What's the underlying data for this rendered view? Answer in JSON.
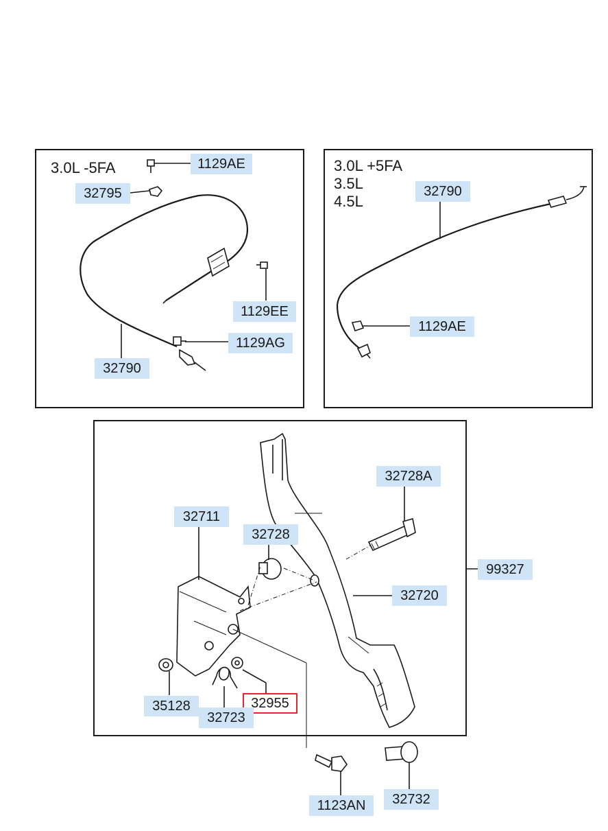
{
  "panels": {
    "top_left": {
      "variant_lines": [
        "3.0L -5FA"
      ],
      "labels": [
        "1129AE",
        "32795",
        "1129EE",
        "1129AG",
        "32790"
      ]
    },
    "top_right": {
      "variant_lines": [
        "3.0L +5FA",
        "3.5L",
        "4.5L"
      ],
      "labels": [
        "32790",
        "1129AE"
      ]
    },
    "main": {
      "labels": [
        "32728A",
        "32711",
        "32728",
        "99327",
        "32720",
        "35128",
        "32955",
        "32723"
      ]
    },
    "outside": {
      "labels": [
        "1123AN",
        "32732"
      ]
    }
  },
  "selected_part": "32955",
  "colors": {
    "label_bg": "#cfe4f7",
    "highlight_border": "#e0272b",
    "line": "#1a1a1a"
  }
}
